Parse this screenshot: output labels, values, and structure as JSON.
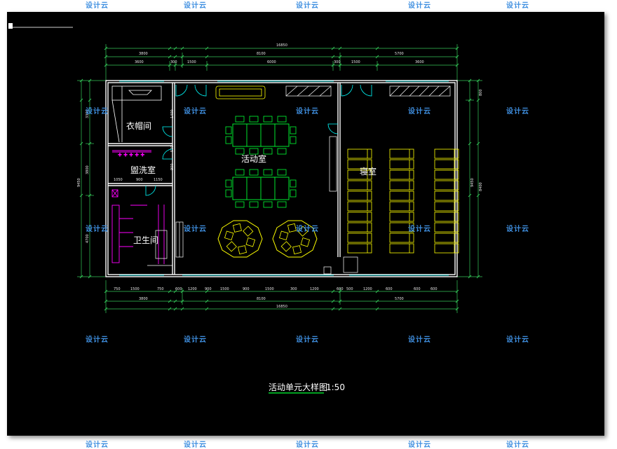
{
  "watermark": {
    "text": "设计云"
  },
  "rooms": {
    "cloakroom": "衣帽间",
    "washroom": "盥洗室",
    "toilet": "卫生间",
    "activity": "活动室",
    "bedroom": "寝室"
  },
  "title": {
    "main": "活动单元大样图",
    "scale": "1:50"
  },
  "dims": {
    "top_total": "16850",
    "top_row2": [
      "3800",
      "8100",
      "5700"
    ],
    "top_row3": [
      "3600",
      "300",
      "1500",
      "6000",
      "300",
      "1500",
      "3600"
    ],
    "bottom_row1": [
      "750",
      "1500",
      "750",
      "600",
      "1200",
      "900",
      "1500",
      "900",
      "1500",
      "300",
      "1200",
      "600",
      "500",
      "1200",
      "600",
      "600",
      "600"
    ],
    "bottom_row2": [
      "3800",
      "8100",
      "5700"
    ],
    "bottom_total": "16850",
    "left_outer": "9450",
    "left_row": [
      "3300",
      "3800",
      "4700"
    ],
    "right_outer": "9450",
    "right_inner": [
      "800",
      "8400"
    ],
    "mid_small": [
      "1400",
      "500",
      "900"
    ],
    "wash_row": [
      "1050",
      "900",
      "1150"
    ]
  },
  "colors": {
    "background": "#000000",
    "wall": "#ffffff",
    "dimension": "#34c759",
    "furniture_green": "#00ff33",
    "furniture_yellow": "#ffff00",
    "fixture_magenta": "#ff00ff",
    "door_cyan": "#00ffff",
    "title_underline": "#00ff33",
    "watermark": "#3f8fe0"
  }
}
